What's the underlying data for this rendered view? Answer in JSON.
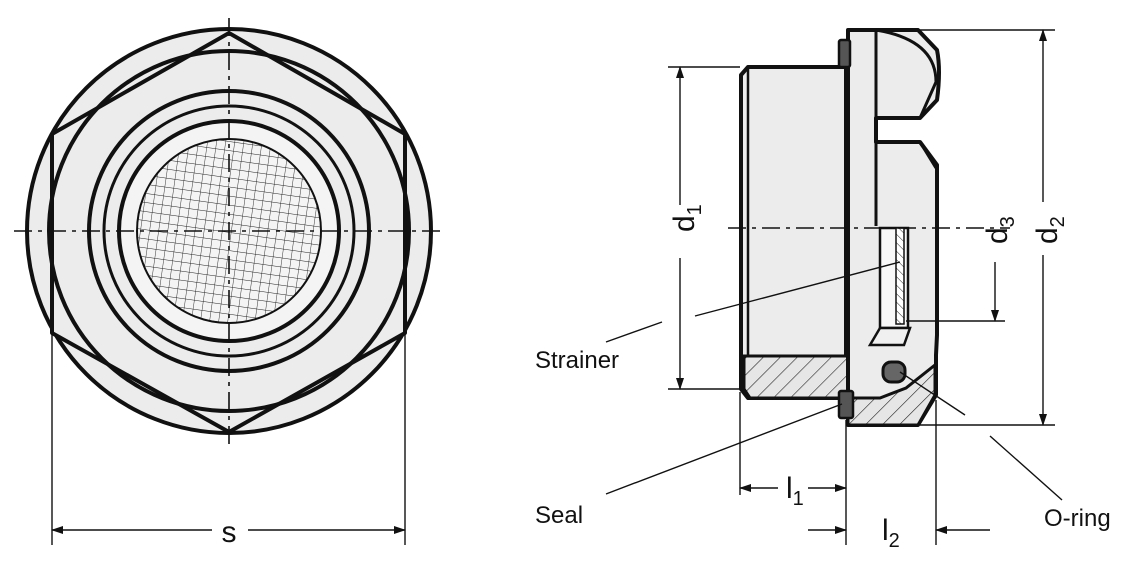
{
  "labels": {
    "s": "s",
    "d1_main": "d",
    "d1_sub": "1",
    "d2_main": "d",
    "d2_sub": "2",
    "d3_main": "d",
    "d3_sub": "3",
    "l1_main": "l",
    "l1_sub": "1",
    "l2_main": "l",
    "l2_sub": "2",
    "strainer": "Strainer",
    "seal": "Seal",
    "oring": "O-ring"
  },
  "colors": {
    "line": "#111111",
    "fill": "#ececec",
    "seal": "#555555"
  }
}
